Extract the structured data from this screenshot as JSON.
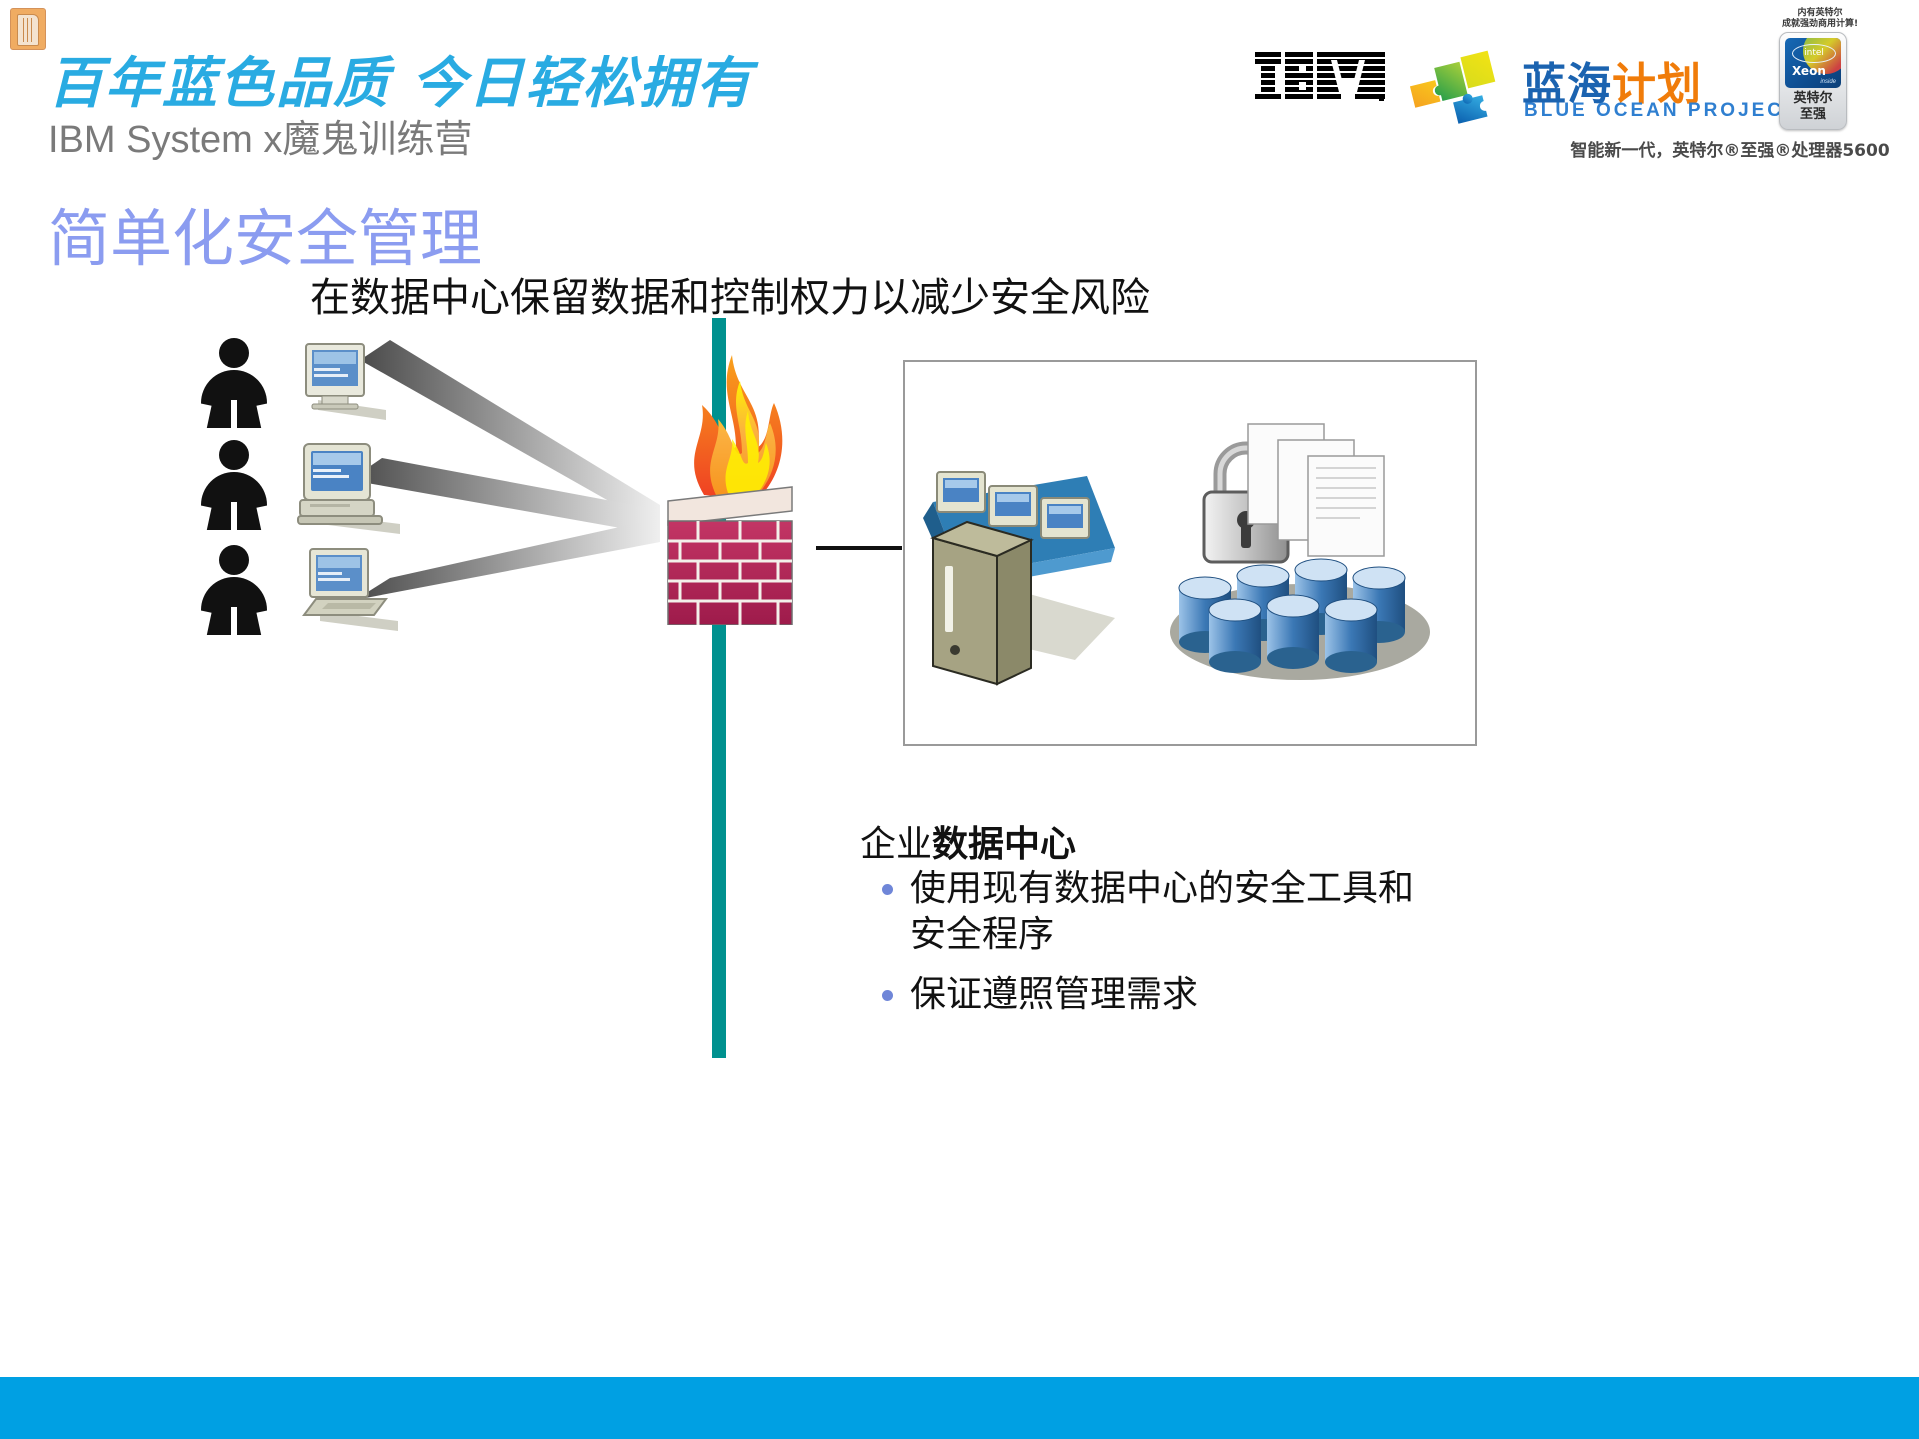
{
  "corner": {
    "icon": "notebook-page-icon"
  },
  "header": {
    "campaign_title": "百年蓝色品质 今日轻松拥有",
    "campaign_subtitle": "IBM  System  x魔鬼训练营",
    "ibm_logo_alt": "IBM",
    "blue_ocean_cn_blue": "蓝海",
    "blue_ocean_cn_orange": "计划",
    "blue_ocean_en": "BLUE OCEAN PROJECT",
    "intel_top_line1": "内有英特尔",
    "intel_top_line2": "成就强劲商用计算!",
    "intel_oval": "intel",
    "intel_xeon": "Xeon",
    "intel_inside": "inside",
    "intel_cn_line1": "英特尔",
    "intel_cn_line2": "至强",
    "intel_caption": "智能新一代，英特尔®至强®处理器5600"
  },
  "slide": {
    "title": "简单化安全管理",
    "subtitle": "在数据中心保留数据和控制权力以减少安全风险"
  },
  "diagram": {
    "clients_label": "thin-client-endpoints",
    "firewall_label": "firewall-brick-flame",
    "datacenter_label": "enterprise-datacenter-box",
    "server_label": "server-tower",
    "lock_label": "padlock",
    "documents_label": "documents-stack",
    "database_label": "database-cylinders"
  },
  "content": {
    "datacenter_heading_normal": "企业",
    "datacenter_heading_bold": "数据中心",
    "bullets": [
      "使用现有数据中心的安全工具和安全程序",
      "保证遵照管理需求"
    ]
  },
  "colors": {
    "brand_cyan": "#29ABE2",
    "title_periwinkle": "#8b9cf0",
    "divider_teal": "#00918F",
    "footer_blue": "#00A0E3",
    "bullet_dot": "#6f86d8",
    "blue_ocean_blue": "#1b63b0",
    "blue_ocean_orange": "#F07C0A"
  }
}
